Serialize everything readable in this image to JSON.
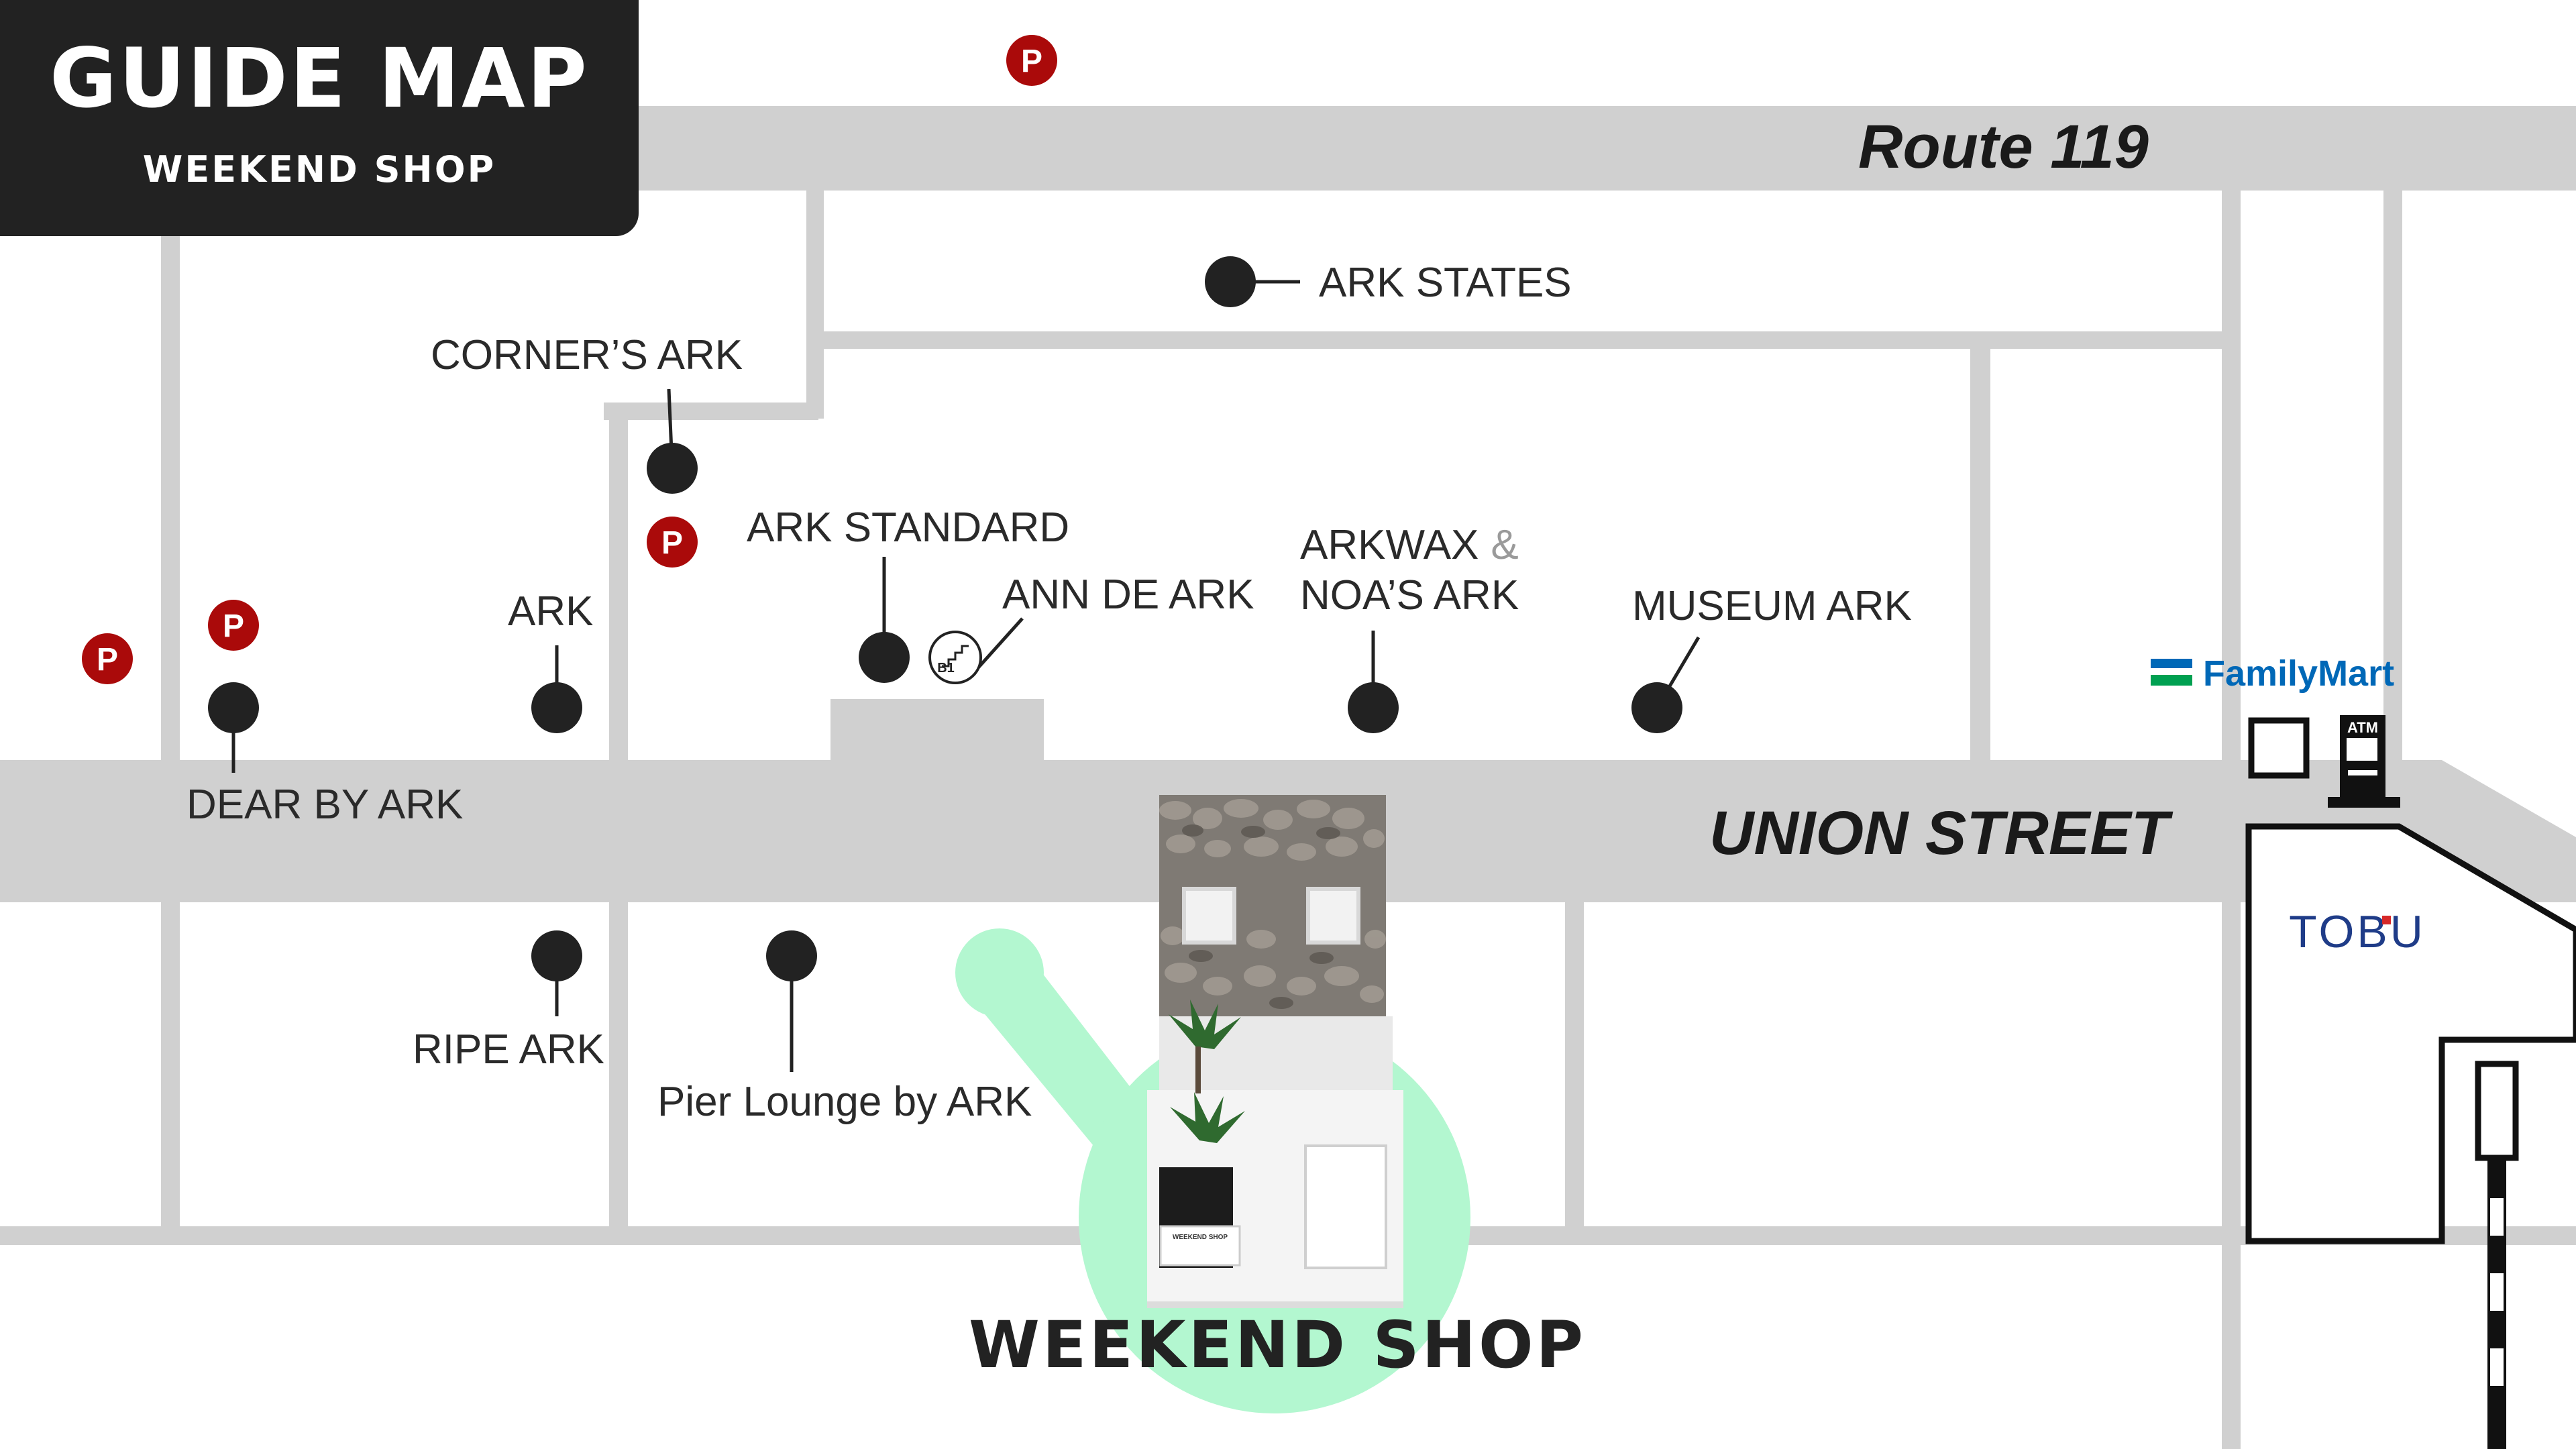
{
  "header": {
    "title": "GUIDE MAP",
    "subtitle": "WEEKEND SHOP"
  },
  "roads": {
    "route": "Route 119",
    "main_street": "UNION STREET"
  },
  "shops": {
    "ark_states": "ARK STATES",
    "corners_ark": "CORNER’S ARK",
    "ark_standard": "ARK STANDARD",
    "ann_de_ark": "ANN DE ARK",
    "arkwax": "ARKWAX",
    "ampersand": "&",
    "noas_ark": "NOA’S ARK",
    "museum_ark": "MUSEUM ARK",
    "ark": "ARK",
    "dear_by_ark": "DEAR BY ARK",
    "ripe_ark": "RIPE ARK",
    "pier_lounge": "Pier Lounge by ARK"
  },
  "basement_marker": "B1",
  "parking_label": "P",
  "landmarks": {
    "familymart": "FamilyMart",
    "atm": "ATM",
    "tobu": "TOBU"
  },
  "destination": {
    "label": "WEEKEND SHOP",
    "sign_text": "WEEKEND SHOP"
  },
  "icons": {
    "shop_pin": "shop-pin-icon",
    "parking": "parking-icon",
    "stairs": "stairs-icon",
    "atm": "atm-icon",
    "familymart_logo": "familymart-logo-icon"
  },
  "colors": {
    "road": "#d0d0d0",
    "pin": "#222222",
    "parking": "#aa0a0a",
    "highlight": "#b3f7d0",
    "title_bg": "#222222",
    "tobu_blue": "#1f3c88",
    "tobu_red": "#d62828",
    "familymart_blue": "#0068b7",
    "familymart_green": "#00a051"
  }
}
